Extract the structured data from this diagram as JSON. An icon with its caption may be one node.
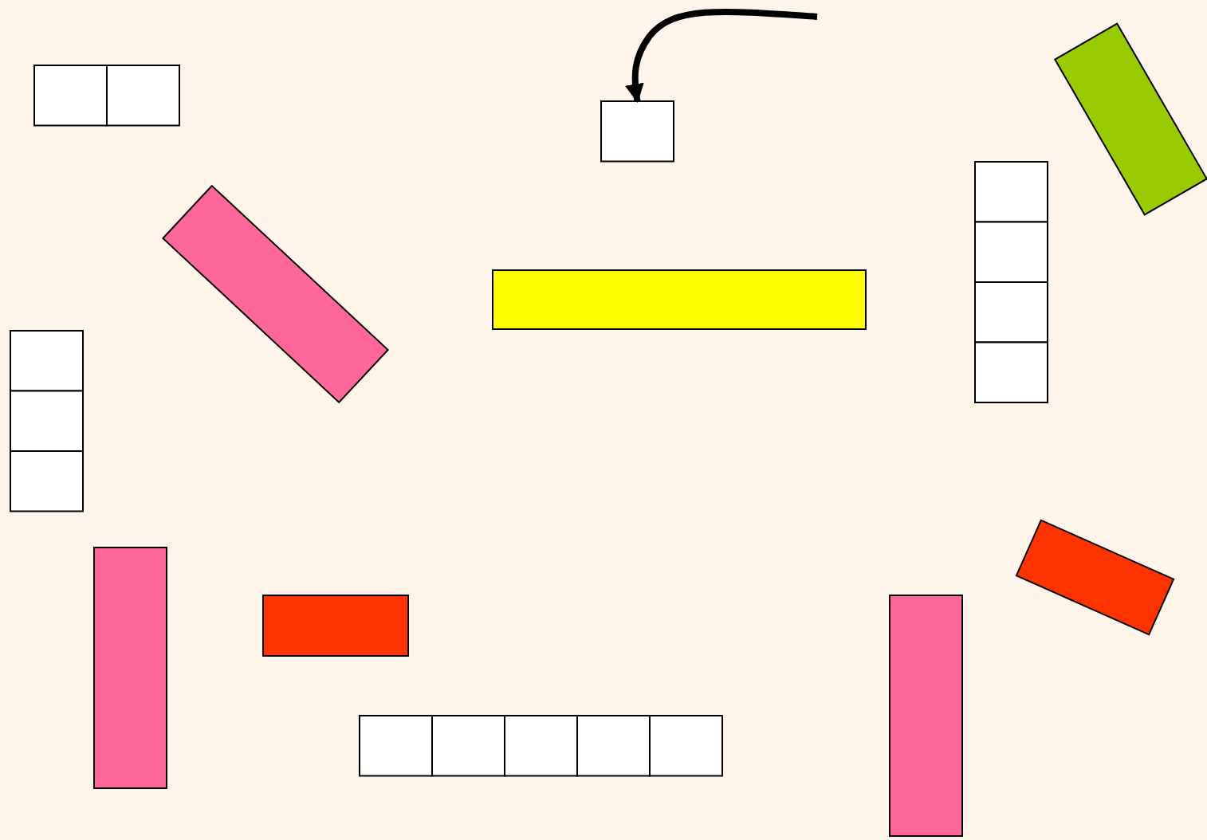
{
  "diagram": {
    "nodes": [
      {
        "text": [],
        "shape": "box"
      },
      {
        "text": [],
        "shape": "box"
      },
      {
        "text": [],
        "shape": "box"
      },
      {
        "text": [],
        "shape": "bar"
      },
      {
        "text": [],
        "shape": "box"
      },
      {
        "text": [],
        "shape": "box"
      },
      {
        "text": [],
        "shape": "box"
      },
      {
        "text": [],
        "shape": "box"
      },
      {
        "text": [],
        "shape": "bar"
      },
      {
        "text": [],
        "shape": "bar"
      },
      {
        "text": [],
        "shape": "box"
      },
      {
        "text": [],
        "shape": "box"
      },
      {
        "text": [],
        "shape": "box"
      },
      {
        "text": [],
        "shape": "bar"
      },
      {
        "text": [],
        "shape": "bar"
      },
      {
        "text": [],
        "shape": "bar"
      },
      {
        "text": [],
        "shape": "bar"
      },
      {
        "text": [],
        "shape": "box"
      },
      {
        "text": [],
        "shape": "box"
      },
      {
        "text": [],
        "shape": "box"
      },
      {
        "text": [],
        "shape": "box"
      },
      {
        "text": [],
        "shape": "box"
      }
    ],
    "edges": [
      {
        "from": null,
        "to": 2,
        "arrow": "to"
      }
    ]
  }
}
